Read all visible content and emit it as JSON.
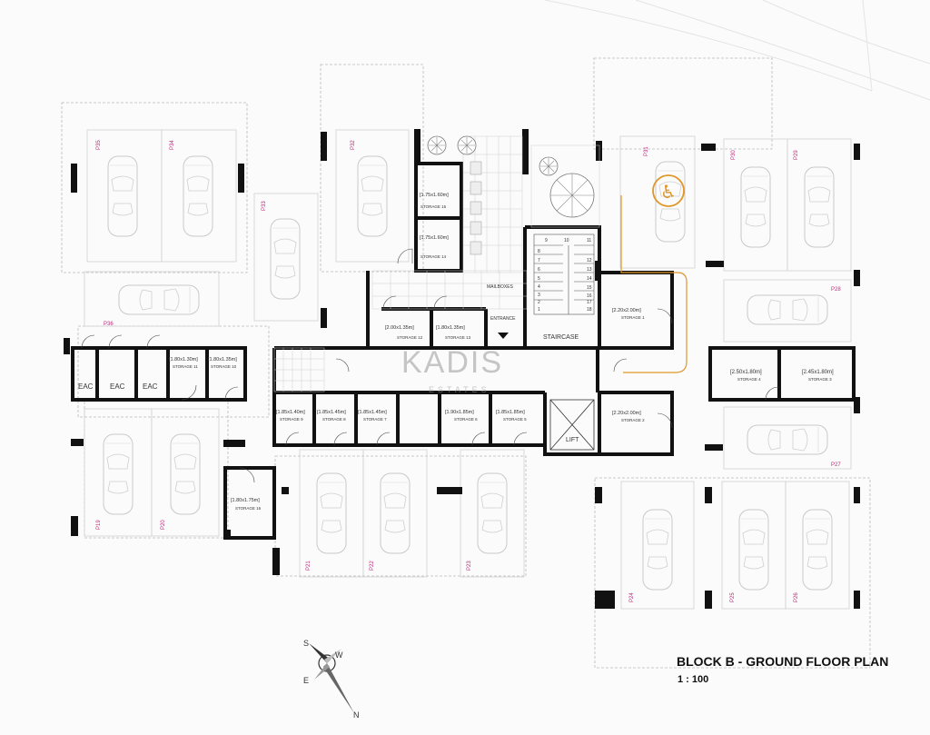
{
  "title": "BLOCK B - GROUND FLOOR PLAN",
  "scale": "1 : 100",
  "watermark": {
    "brand": "KADIS",
    "sub": "ESTATES"
  },
  "compass": {
    "s": "S",
    "w": "W",
    "e": "E",
    "n": "N"
  },
  "rooms": {
    "staircase": "STAIRCASE",
    "lift": "LIFT",
    "entrance": "ENTRANCE",
    "mailboxes": "MAILBOXES",
    "eac": "EAC"
  },
  "stair_numbers": [
    "9",
    "10",
    "11",
    "12",
    "13",
    "14",
    "15",
    "16",
    "17",
    "18",
    "1",
    "2",
    "3",
    "4",
    "5",
    "6",
    "7",
    "8"
  ],
  "storages": [
    {
      "id": "st15",
      "size": "[1.75x1.60m]",
      "label": "STORAGE 15"
    },
    {
      "id": "st14",
      "size": "[1.75x1.60m]",
      "label": "STORAGE 14"
    },
    {
      "id": "st12",
      "size": "[2.00x1.35m]",
      "label": "STORAGE 12"
    },
    {
      "id": "st13",
      "size": "[1.80x1.35m]",
      "label": "STORAGE 13"
    },
    {
      "id": "st1",
      "size": "[2.20x2.00m]",
      "label": "STORAGE 1"
    },
    {
      "id": "st11",
      "size": "[1.80x1.30m]",
      "label": "STORAGE 11"
    },
    {
      "id": "st10",
      "size": "[1.80x1.35m]",
      "label": "STORAGE 10"
    },
    {
      "id": "st9",
      "size": "[1.85x1.40m]",
      "label": "STORAGE 9"
    },
    {
      "id": "st8",
      "size": "[1.85x1.45m]",
      "label": "STORAGE 8"
    },
    {
      "id": "st7",
      "size": "[1.85x1.45m]",
      "label": "STORAGE 7"
    },
    {
      "id": "st6",
      "size": "[1.90x1.85m]",
      "label": "STORAGE 6"
    },
    {
      "id": "st5",
      "size": "[1.85x1.85m]",
      "label": "STORAGE 5"
    },
    {
      "id": "st2",
      "size": "[2.20x2.00m]",
      "label": "STORAGE 2"
    },
    {
      "id": "st4",
      "size": "[2.50x1.80m]",
      "label": "STORAGE 4"
    },
    {
      "id": "st3",
      "size": "[2.45x1.80m]",
      "label": "STORAGE 3"
    },
    {
      "id": "st16",
      "size": "[1.80x1.75m]",
      "label": "STORAGE 16"
    }
  ],
  "parking": [
    "P35",
    "P34",
    "P33",
    "P32",
    "P31",
    "P30",
    "P29",
    "P28",
    "P36",
    "P27",
    "P19",
    "P20",
    "P21",
    "P22",
    "P23",
    "P24",
    "P25",
    "P26"
  ]
}
